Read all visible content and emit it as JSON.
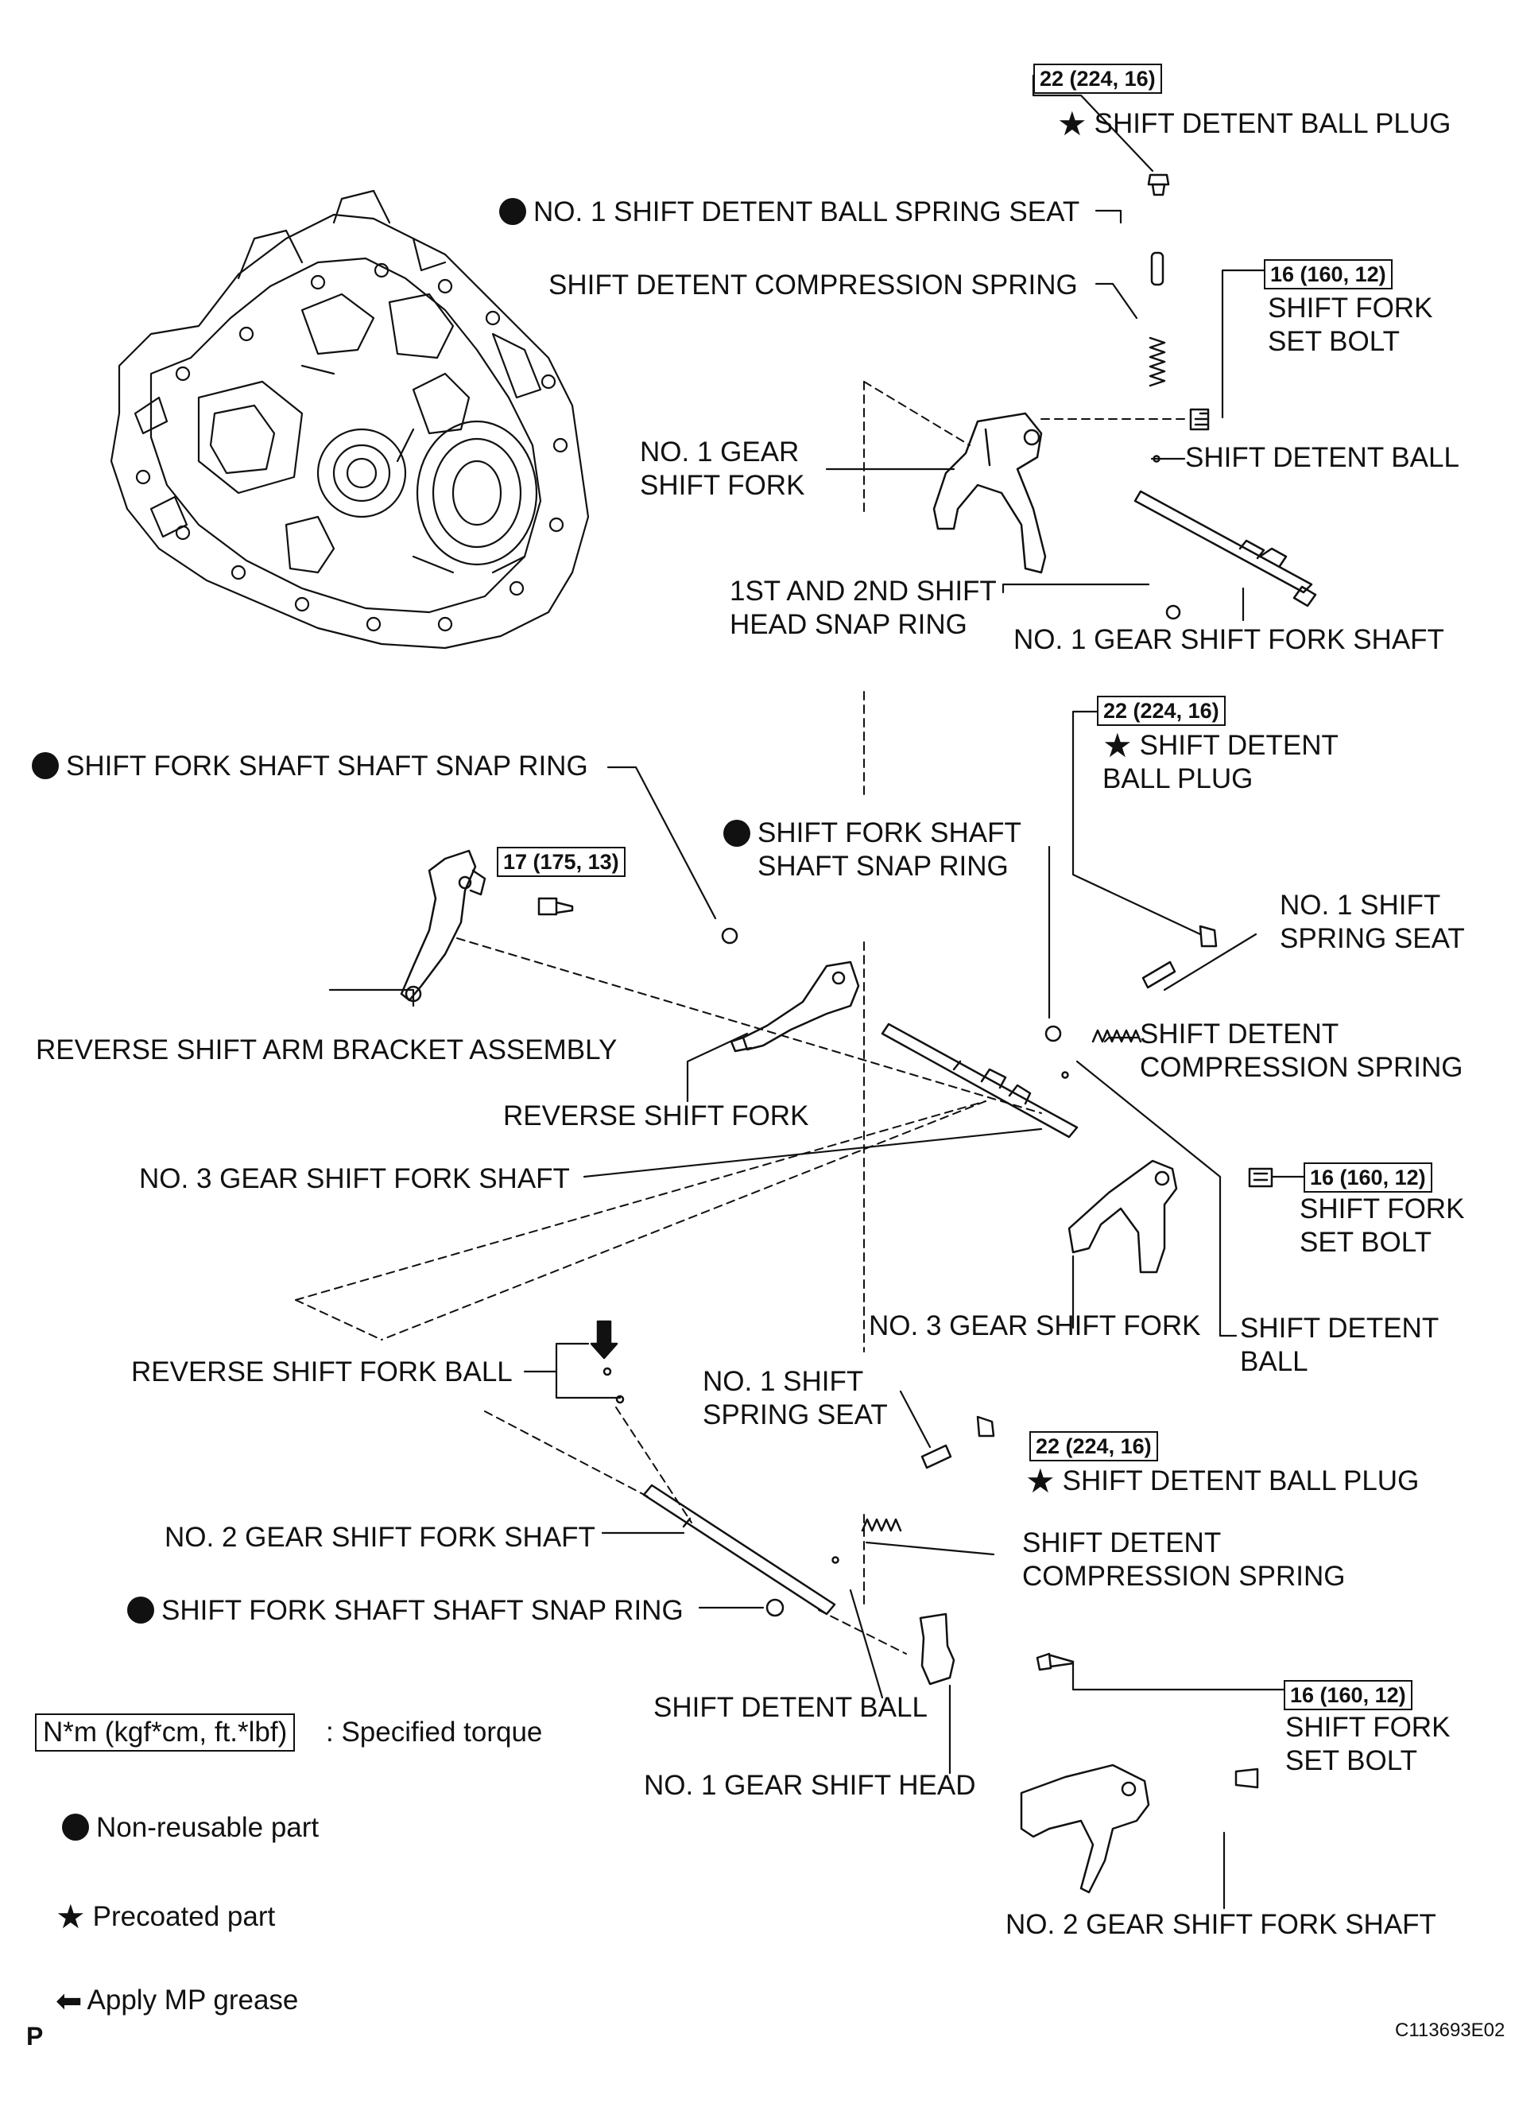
{
  "labels": {
    "torque_top": "22 (224, 16)",
    "ball_plug_top": "SHIFT DETENT BALL PLUG",
    "spring_seat_top": "NO. 1 SHIFT DETENT BALL SPRING SEAT",
    "compression_spring_top": "SHIFT DETENT COMPRESSION SPRING",
    "torque_set_bolt_top": "16 (160, 12)",
    "set_bolt_top": "SHIFT FORK\nSET BOLT",
    "detent_ball_top": "SHIFT DETENT BALL",
    "gear_shift_fork_1": "NO. 1 GEAR\nSHIFT FORK",
    "snap_ring_1st_2nd": "1ST AND 2ND SHIFT\nHEAD SNAP RING",
    "fork_shaft_1": "NO. 1 GEAR SHIFT FORK SHAFT",
    "torque_mid_plug": "22 (224, 16)",
    "ball_plug_mid": "SHIFT DETENT\nBALL PLUG",
    "snap_ring_left": "SHIFT FORK SHAFT SHAFT SNAP RING",
    "snap_ring_mid": "SHIFT FORK SHAFT\nSHAFT SNAP RING",
    "torque_bracket": "17 (175, 13)",
    "spring_seat_mid": "NO. 1 SHIFT\nSPRING SEAT",
    "compression_spring_mid": "SHIFT DETENT\nCOMPRESSION SPRING",
    "reverse_arm_bracket": "REVERSE SHIFT ARM BRACKET ASSEMBLY",
    "reverse_shift_fork": "REVERSE SHIFT FORK",
    "fork_shaft_3": "NO. 3 GEAR SHIFT FORK SHAFT",
    "torque_set_bolt_mid": "16 (160, 12)",
    "set_bolt_mid": "SHIFT FORK\nSET BOLT",
    "gear_shift_fork_3": "NO. 3 GEAR SHIFT FORK",
    "detent_ball_mid": "SHIFT DETENT\nBALL",
    "reverse_fork_ball": "REVERSE SHIFT FORK BALL",
    "spring_seat_low": "NO. 1 SHIFT\nSPRING SEAT",
    "torque_low_plug": "22 (224, 16)",
    "ball_plug_low": "SHIFT DETENT BALL PLUG",
    "fork_shaft_2": "NO. 2 GEAR SHIFT FORK SHAFT",
    "compression_spring_low": "SHIFT DETENT\nCOMPRESSION SPRING",
    "snap_ring_low": "SHIFT FORK SHAFT SHAFT SNAP RING",
    "detent_ball_low": "SHIFT DETENT BALL",
    "torque_set_bolt_low": "16 (160, 12)",
    "set_bolt_low": "SHIFT FORK\nSET BOLT",
    "gear_shift_head_1": "NO. 1 GEAR SHIFT HEAD",
    "fork_shaft_2_bottom": "NO. 2 GEAR SHIFT FORK SHAFT"
  },
  "legend": {
    "torque_box": "N*m (kgf*cm, ft.*lbf)",
    "torque_text": ": Specified torque",
    "non_reusable": "Non-reusable part",
    "precoated": "Precoated part",
    "grease": "Apply MP grease"
  },
  "footer": {
    "left_code": "P",
    "figure_id": "C113693E02"
  },
  "symbols": {
    "precoated": "★",
    "grease_arrow": "⬅"
  }
}
